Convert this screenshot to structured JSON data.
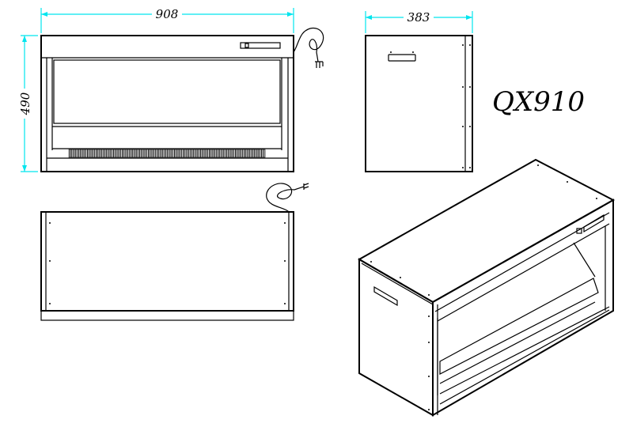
{
  "drawing": {
    "model": "QX910",
    "dimensions": {
      "width": "908",
      "height": "490",
      "depth": "383"
    },
    "colors": {
      "dimension_line": "#00e5ee",
      "line": "#000000",
      "background": "#ffffff"
    },
    "views": [
      "front-view",
      "side-view",
      "top-view",
      "isometric-view"
    ]
  }
}
